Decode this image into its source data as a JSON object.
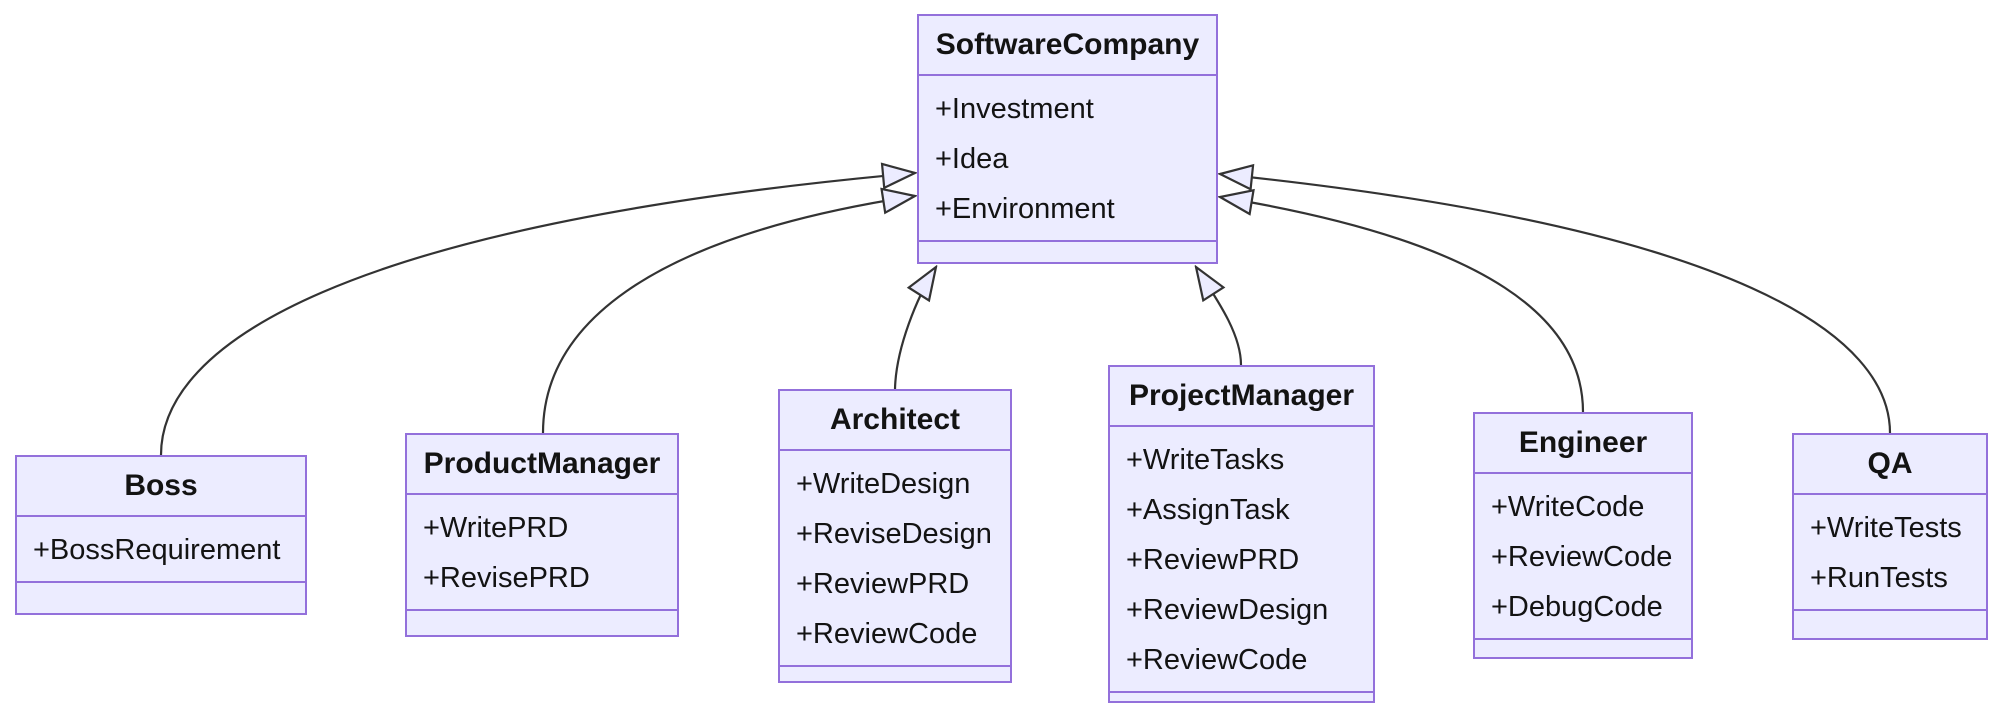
{
  "diagram": {
    "type": "uml-class-diagram",
    "colors": {
      "bg": "#ffffff",
      "node_fill": "#ECECFF",
      "node_border": "#9370DB",
      "edge_line": "#333333",
      "text": "#131313"
    }
  },
  "classes": [
    {
      "name": "SoftwareCompany",
      "attrs": [
        "+Investment",
        "+Idea",
        "+Environment"
      ]
    },
    {
      "name": "Boss",
      "attrs": [
        "+BossRequirement"
      ]
    },
    {
      "name": "ProductManager",
      "attrs": [
        "+WritePRD",
        "+RevisePRD"
      ]
    },
    {
      "name": "Architect",
      "attrs": [
        "+WriteDesign",
        "+ReviseDesign",
        "+ReviewPRD",
        "+ReviewCode"
      ]
    },
    {
      "name": "ProjectManager",
      "attrs": [
        "+WriteTasks",
        "+AssignTask",
        "+ReviewPRD",
        "+ReviewDesign",
        "+ReviewCode"
      ]
    },
    {
      "name": "Engineer",
      "attrs": [
        "+WriteCode",
        "+ReviewCode",
        "+DebugCode"
      ]
    },
    {
      "name": "QA",
      "attrs": [
        "+WriteTests",
        "+RunTests"
      ]
    }
  ],
  "relationships": [
    {
      "from": "Boss",
      "to": "SoftwareCompany",
      "type": "inheritance"
    },
    {
      "from": "ProductManager",
      "to": "SoftwareCompany",
      "type": "inheritance"
    },
    {
      "from": "Architect",
      "to": "SoftwareCompany",
      "type": "inheritance"
    },
    {
      "from": "ProjectManager",
      "to": "SoftwareCompany",
      "type": "inheritance"
    },
    {
      "from": "Engineer",
      "to": "SoftwareCompany",
      "type": "inheritance"
    },
    {
      "from": "QA",
      "to": "SoftwareCompany",
      "type": "inheritance"
    }
  ]
}
